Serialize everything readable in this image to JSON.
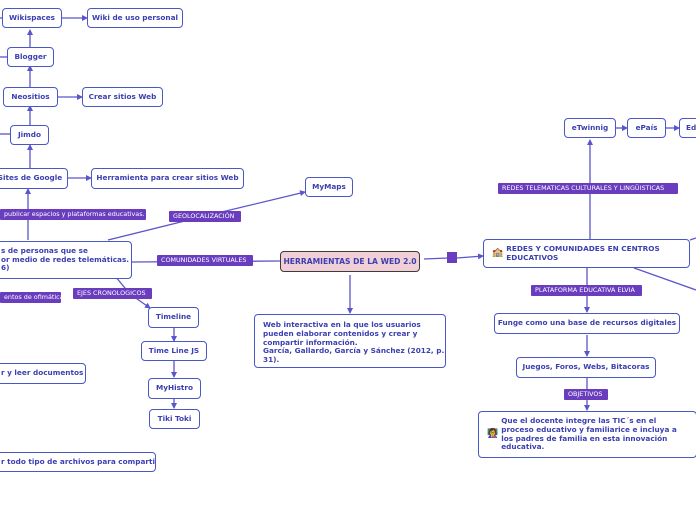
{
  "central": {
    "title": "HERRAMIENTAS DE LA WED 2.0"
  },
  "left_branch": {
    "geolocalizacion": "GEOLOCALIZACIÓN",
    "mymaps": "MyMaps",
    "comunidades_virtuales": "COMUNIDADES VIRTUALES",
    "ejes_cronologicos": "EJES CRONOLOGICOS",
    "publicar_espacios": "publicar espacios y plataformas educativas.",
    "ofimatica": "entos de ofimática",
    "redes_text_line1": "s de personas que se",
    "redes_text_line2": "or medio de redes telemáticas.",
    "redes_text_line3": "6)",
    "leer_documentos": "r y leer documentos",
    "archivos": "r todo tipo de archivos para compartir"
  },
  "sites_chain": {
    "wikispaces": "Wikispaces",
    "wiki_personal": "Wiki de uso personal",
    "blogger": "Blogger",
    "neositios": "Neositios",
    "crear_sitios": "Crear sitios Web",
    "jimdo": "Jimdo",
    "sites_google": "Sites de Google",
    "herramienta_sitios": "Herramienta para crear sitios Web"
  },
  "timeline_chain": {
    "timeline": "Timeline",
    "timeline_js": "Time Line JS",
    "myhistro": "MyHistro",
    "tiki_toki": "Tiki Toki"
  },
  "definition": {
    "line1": "Web interactiva en la que los usuarios",
    "line2": "pueden elaborar contenidos y crear y",
    "line3": "compartir información.",
    "line4": "García, Gallardo, García y Sánchez (2012, p.",
    "line5": "31)."
  },
  "right_branch": {
    "redes_comunidades_line1": "REDES Y COMUNIDADES EN CENTROS",
    "redes_comunidades_line2": "EDUCATIVOS",
    "redes_telematicas": "REDES TELEMATICAS CULTURALES Y LINGÜISTICAS",
    "etwinnig": "eTwinnig",
    "epais": "ePaís",
    "ed_cut": "Ed",
    "plataforma_elvia": "PLATAFORMA EDUCATIVA ELVIA",
    "funge": "Funge como una base de recursos digitales",
    "juegos": "Juegos, Foros, Webs, Bitacoras",
    "objetivos": "OBJETIVOS",
    "objetivo_line1": "Que el docente integre las TIC´s en el",
    "objetivo_line2": "proceso educativo y familiarice e incluya  a",
    "objetivo_line3": "los padres de familia en esta innovación",
    "objetivo_line4": "educativa."
  },
  "colors": {
    "line": "#5b55c9",
    "label_bg": "#6a3dbf",
    "central_bg": "#f1cfd6",
    "node_border": "#4a58c7"
  },
  "icons": {
    "school": "school-icon",
    "teachers": "teachers-icon"
  }
}
